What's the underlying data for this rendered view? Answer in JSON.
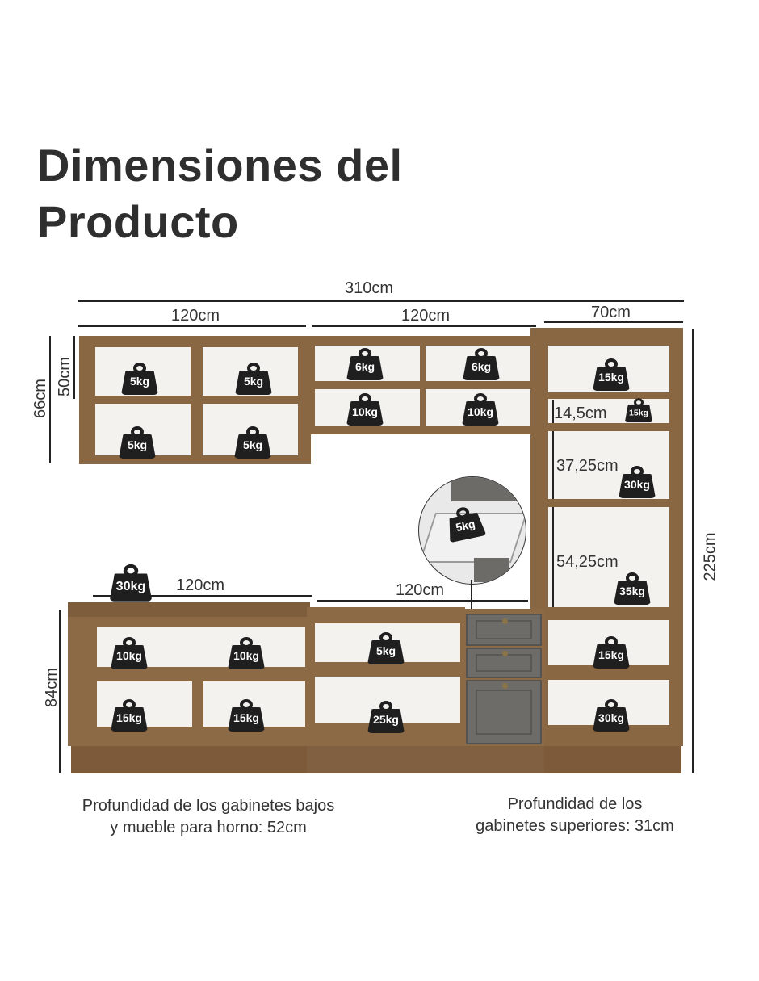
{
  "title": {
    "line1": "Dimensiones del",
    "line2": "Producto"
  },
  "dimensions": {
    "total_width": "310cm",
    "upper_left_width": "120cm",
    "upper_mid_width": "120cm",
    "tower_width": "70cm",
    "upper_outer_height": "66cm",
    "upper_inner_height": "50cm",
    "tower_shelf_1": "14,5cm",
    "tower_shelf_2": "37,25cm",
    "tower_shelf_3": "54,25cm",
    "tower_height": "225cm",
    "base_left_width": "120cm",
    "base_mid_width": "120cm",
    "base_height": "84cm"
  },
  "weights": {
    "ul_1": "5kg",
    "ul_2": "5kg",
    "ul_3": "5kg",
    "ul_4": "5kg",
    "um_1": "6kg",
    "um_2": "6kg",
    "um_3": "10kg",
    "um_4": "10kg",
    "tower_1": "15kg",
    "tower_2": "15kg",
    "tower_3": "30kg",
    "tower_4": "35kg",
    "tower_5": "15kg",
    "tower_6": "30kg",
    "drawer": "5kg",
    "base_top": "30kg",
    "bl_1": "10kg",
    "bl_2": "10kg",
    "bl_3": "15kg",
    "bl_4": "15kg",
    "bm_1": "5kg",
    "bm_2": "25kg"
  },
  "notes": {
    "depth_lower": "Profundidad de los gabinetes bajos\ny mueble para horno: 52cm",
    "depth_upper": "Profundidad de los\ngabinetes superiores: 31cm"
  },
  "colors": {
    "wood": "#8a6743",
    "interior": "#f3f2ef",
    "door_gray": "#6e6c68",
    "text": "#333333"
  }
}
